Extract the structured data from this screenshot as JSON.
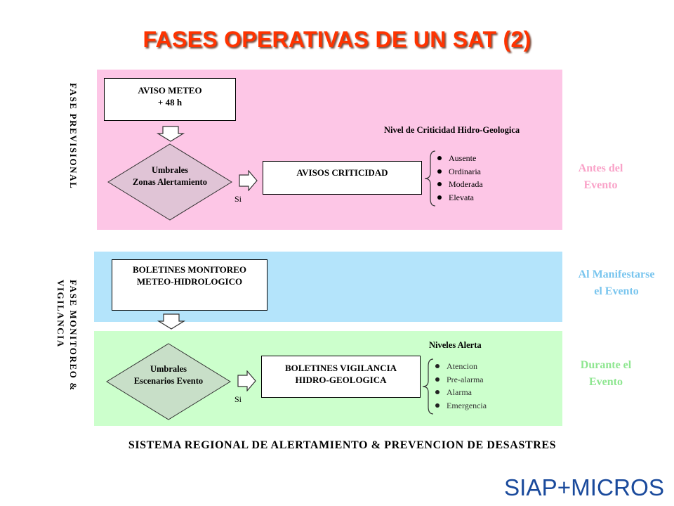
{
  "title": "FASES OPERATIVAS DE UN SAT (2)",
  "phases": {
    "previsional": "FASE PREVISIONAL",
    "monitoreo": "FASE MONITOREO & VIGILANCIA"
  },
  "boxes": {
    "aviso_meteo_line1": "AVISO METEO",
    "aviso_meteo_line2": "+ 48 h",
    "avisos_criticidad": "AVISOS CRITICIDAD",
    "boletines_monitoreo_line1": "BOLETINES MONITOREO",
    "boletines_monitoreo_line2": "METEO-HIDROLOGICO",
    "boletines_vigilancia_line1": "BOLETINES VIGILANCIA",
    "boletines_vigilancia_line2": "HIDRO-GEOLOGICA"
  },
  "diamonds": {
    "d1_line1": "Umbrales",
    "d1_line2": "Zonas Alertamiento",
    "d2_line1": "Umbrales",
    "d2_line2": "Escenarios Evento"
  },
  "si_label": "Si",
  "criticidad": {
    "title": "Nivel de Criticidad Hidro-Geologica",
    "items": [
      "Ausente",
      "Ordinaria",
      "Moderada",
      "Elevata"
    ]
  },
  "alertas": {
    "title": "Niveles Alerta",
    "items": [
      "Atencion",
      "Pre-alarma",
      "Alarma",
      "Emergencia"
    ]
  },
  "side_labels": {
    "antes_line1": "Antes del",
    "antes_line2": "Evento",
    "manifestarse_line1": "Al Manifestarse",
    "manifestarse_line2": "el Evento",
    "durante_line1": "Durante el",
    "durante_line2": "Evento"
  },
  "footer": "SISTEMA REGIONAL DE ALERTAMIENTO & PREVENCION DE DESASTRES",
  "logo_text": "SIAP+MICROS",
  "colors": {
    "title": "#ff3300",
    "band_previsional": "#fdc6e6",
    "band_monitoreo": "#b4e4fb",
    "band_vigilancia": "#ccffcc",
    "diamond_1": "#e0c4d6",
    "diamond_2": "#c8dfc8",
    "side_antes": "#f9a2c8",
    "side_manifestarse": "#79c5ee",
    "side_durante": "#8ee690",
    "logo": "#1a4a9c"
  }
}
